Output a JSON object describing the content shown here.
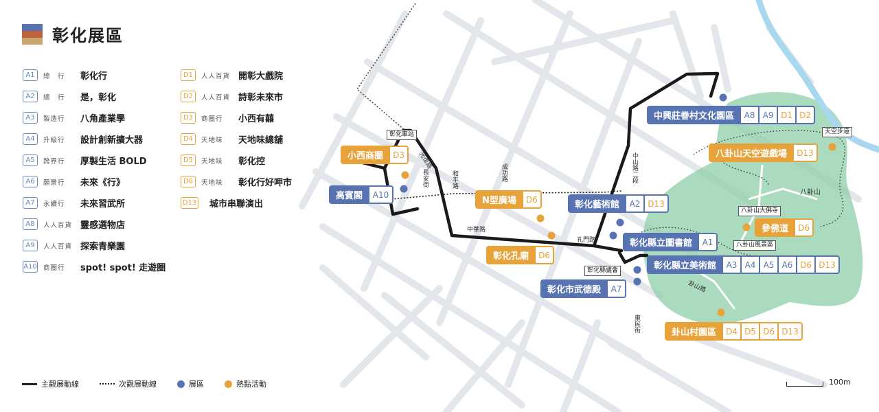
{
  "header": {
    "title": "彰化展區"
  },
  "colors": {
    "exhibit": "#5873b2",
    "event": "#e8a23a",
    "park": "#8fcfa9",
    "route": "#1a1a1a"
  },
  "exhibit_list": [
    {
      "code": "A1",
      "category": "總　行",
      "name": "彰化行"
    },
    {
      "code": "A2",
      "category": "總　行",
      "name": "是，彰化"
    },
    {
      "code": "A3",
      "category": "製造行",
      "name": "八角產業學"
    },
    {
      "code": "A4",
      "category": "升級行",
      "name": "設計創新擴大器"
    },
    {
      "code": "A5",
      "category": "跨界行",
      "name": "厚製生活 BOLD"
    },
    {
      "code": "A6",
      "category": "願景行",
      "name": "未來《行》"
    },
    {
      "code": "A7",
      "category": "永續行",
      "name": "未來習武所"
    },
    {
      "code": "A8",
      "category": "人人百貨",
      "name": "靈感選物店"
    },
    {
      "code": "A9",
      "category": "人人百貨",
      "name": "探索青樂園"
    },
    {
      "code": "A10",
      "category": "商圈行",
      "name": "spot! spot! 走遊圈"
    }
  ],
  "event_list": [
    {
      "code": "D1",
      "category": "人人百貨",
      "name": "開彰大戲院"
    },
    {
      "code": "D2",
      "category": "人人百貨",
      "name": "詩彰未來市"
    },
    {
      "code": "D3",
      "category": "商圈行",
      "name": "小西有囍"
    },
    {
      "code": "D4",
      "category": "天地味",
      "name": "天地味總舖"
    },
    {
      "code": "D5",
      "category": "天地味",
      "name": "彰化控"
    },
    {
      "code": "D6",
      "category": "天地味",
      "name": "彰化行好呷市"
    },
    {
      "code": "D13",
      "category": "",
      "name": "城市串聯演出"
    }
  ],
  "map_venues": [
    {
      "name": "中興莊眷村文化園區",
      "color": "blue",
      "codes": [
        "A8",
        "A9",
        "D1",
        "D2"
      ]
    },
    {
      "name": "八卦山天空遊戲場",
      "color": "orange",
      "codes": [
        "D13"
      ]
    },
    {
      "name": "小西商圈",
      "color": "orange",
      "codes": [
        "D3"
      ]
    },
    {
      "name": "高賓閣",
      "color": "blue",
      "codes": [
        "A10"
      ]
    },
    {
      "name": "N型廣場",
      "color": "orange",
      "codes": [
        "D6"
      ]
    },
    {
      "name": "彰化藝術館",
      "color": "blue",
      "codes": [
        "A2",
        "D13"
      ]
    },
    {
      "name": "參佛道",
      "color": "orange",
      "codes": [
        "D6"
      ]
    },
    {
      "name": "彰化縣立圖書館",
      "color": "blue",
      "codes": [
        "A1"
      ]
    },
    {
      "name": "彰化孔廟",
      "color": "orange",
      "codes": [
        "D6"
      ]
    },
    {
      "name": "彰化縣立美術館",
      "color": "blue",
      "codes": [
        "A3",
        "A4",
        "A5",
        "A6",
        "D6",
        "D13"
      ]
    },
    {
      "name": "彰化市武德殿",
      "color": "blue",
      "codes": [
        "A7"
      ]
    },
    {
      "name": "卦山村園區",
      "color": "orange",
      "codes": [
        "D4",
        "D5",
        "D6",
        "D13"
      ]
    }
  ],
  "streets": {
    "station": "彰化車站",
    "guangfu": "光復路",
    "changan": "長安街",
    "heping": "和平路",
    "chenggong": "成功路",
    "zhonghua": "中華路",
    "kongmen": "孔門路",
    "zhongshan": "中山路二段",
    "county_council": "彰化縣議會",
    "dongmin": "東民街",
    "guashan_road": "卦山路",
    "sky_trail": "天空步道",
    "buddha": "八卦山大佛寺",
    "scenic": "八卦山風景區",
    "mountain": "八卦山"
  },
  "legend": {
    "main_route": "主觀展動線",
    "secondary_route": "次觀展動線",
    "exhibit": "展區",
    "event": "熱點活動"
  },
  "scale": {
    "label": "100m"
  }
}
